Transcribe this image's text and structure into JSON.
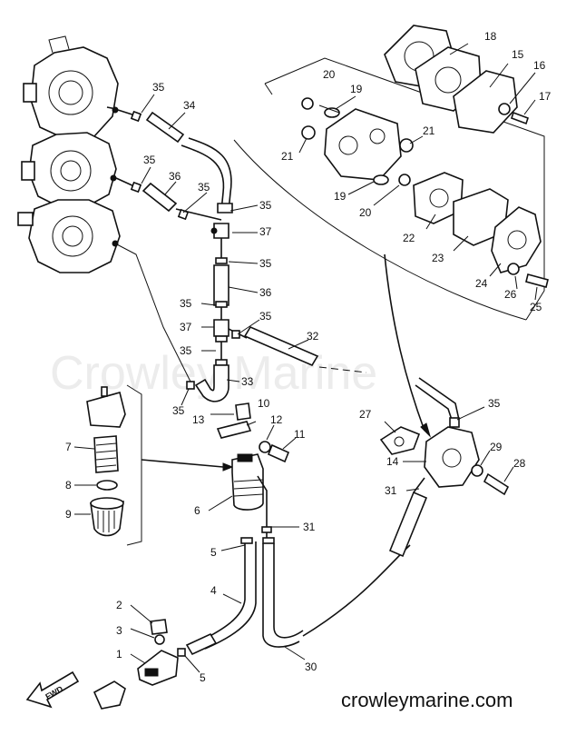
{
  "watermark": "Crowley Marine",
  "footer": {
    "site": "crowleymarine.com"
  },
  "fwd_label": "FWD",
  "callouts": {
    "c35a": "35",
    "c34": "34",
    "c35b": "35",
    "c36a": "36",
    "c35c": "35",
    "c35d": "35",
    "c37a": "37",
    "c35e": "35",
    "c36b": "36",
    "c35f": "35",
    "c37b": "37",
    "c35g": "35",
    "c32": "32",
    "c35h": "35",
    "c33": "33",
    "c35i": "35",
    "c18": "18",
    "c15": "15",
    "c16": "16",
    "c17": "17",
    "c20a": "20",
    "c19a": "19",
    "c21a": "21",
    "c21b": "21",
    "c19b": "19",
    "c20b": "20",
    "c22": "22",
    "c23": "23",
    "c24": "24",
    "c26": "26",
    "c25": "25",
    "c10": "10",
    "c13": "13",
    "c12": "12",
    "c11": "11",
    "c7": "7",
    "c8": "8",
    "c9": "9",
    "c6": "6",
    "c31a": "31",
    "c5a": "5",
    "c4": "4",
    "c2": "2",
    "c3": "3",
    "c1": "1",
    "c5b": "5",
    "c30": "30",
    "c27": "27",
    "c35j": "35",
    "c14": "14",
    "c29": "29",
    "c28": "28",
    "c31b": "31"
  }
}
